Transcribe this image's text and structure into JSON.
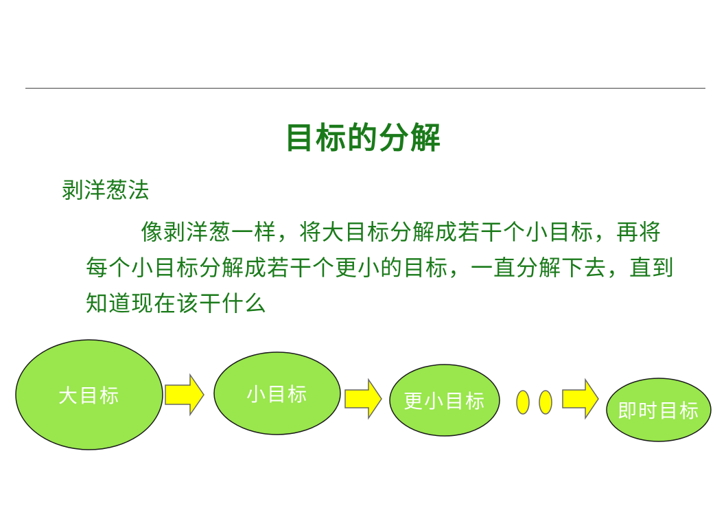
{
  "slide": {
    "title": "目标的分解",
    "subheading": "剥洋葱法",
    "body": "像剥洋葱一样，将大目标分解成若干个小目标，再将每个小目标分解成若干个更小的目标，一直分解下去，直到知道现在该干什么"
  },
  "diagram": {
    "nodes": [
      {
        "label": "大目标"
      },
      {
        "label": "小目标"
      },
      {
        "label": "更小目标"
      },
      {
        "label": "即时目标"
      }
    ],
    "colors": {
      "node_fill": "#99e64d",
      "node_stroke": "#1a1a1a",
      "arrow_fill": "#ffff00",
      "arrow_stroke": "#666666",
      "ellipsis_fill": "#ffff00",
      "text_color": "#1a7a1a"
    }
  }
}
